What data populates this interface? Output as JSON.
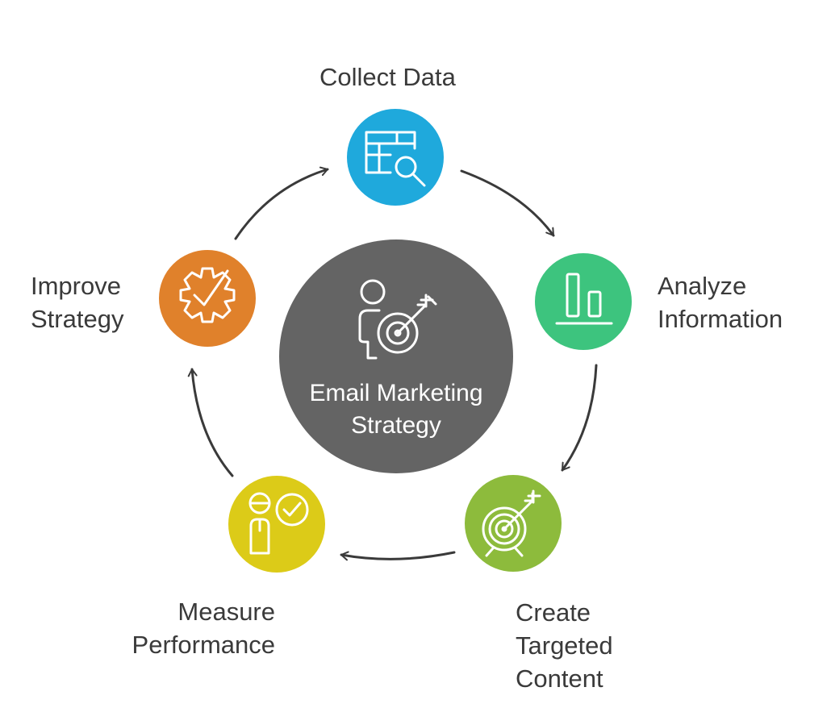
{
  "center": {
    "line1": "Email Marketing",
    "line2": "Strategy",
    "color": "#646464",
    "icon": "person-target-icon"
  },
  "steps": [
    {
      "lines": [
        "Collect Data"
      ],
      "color": "#1fa9dc",
      "icon": "table-search-icon"
    },
    {
      "lines": [
        "Analyze",
        "Information"
      ],
      "color": "#3dc47e",
      "icon": "bar-chart-icon"
    },
    {
      "lines": [
        "Create",
        "Targeted",
        "Content"
      ],
      "color": "#8dbb3c",
      "icon": "target-arrow-icon"
    },
    {
      "lines": [
        "Measure",
        "Performance"
      ],
      "color": "#dccb18",
      "icon": "person-check-icon"
    },
    {
      "lines": [
        "Improve",
        "Strategy"
      ],
      "color": "#e0812b",
      "icon": "gear-check-icon"
    }
  ],
  "arrow_color": "#3a3a3a"
}
